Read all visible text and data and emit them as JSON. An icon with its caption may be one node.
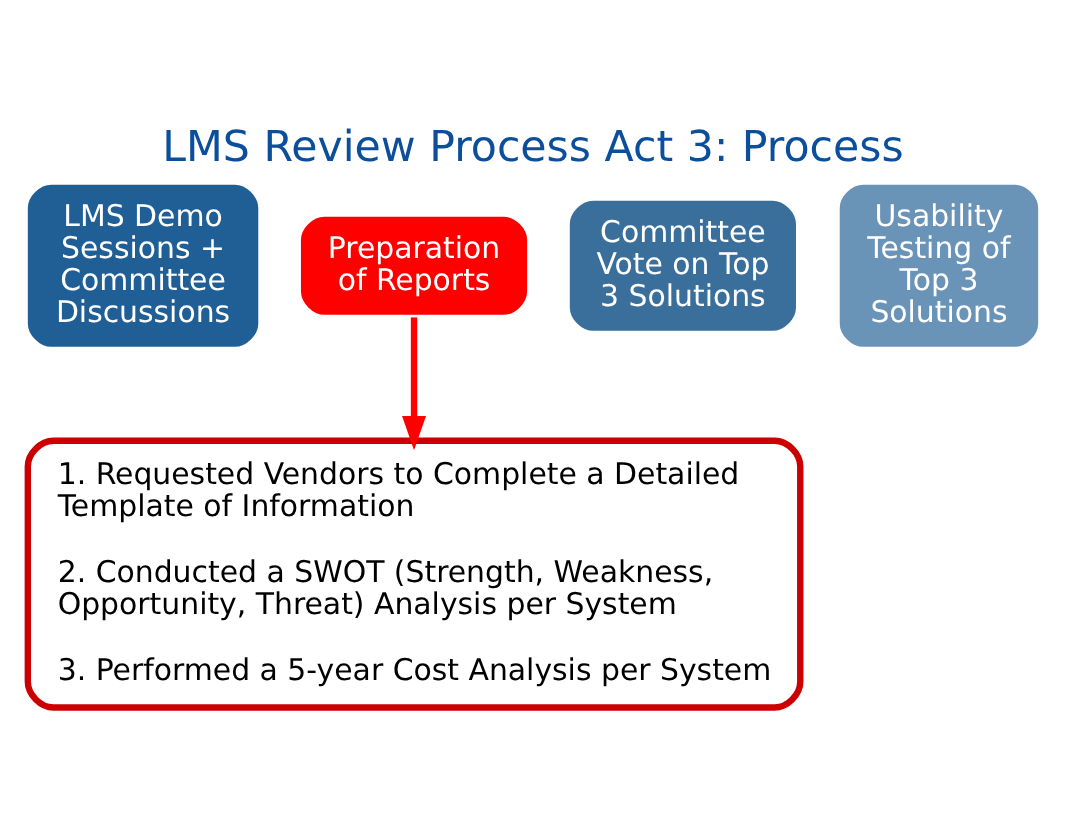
{
  "diagram": {
    "title": "LMS Review Process Act 3: Process",
    "nodes": [
      {
        "text": [
          "LMS Demo Sessions + Committee Discussions"
        ]
      },
      {
        "text": [
          "Preparation of Reports"
        ]
      },
      {
        "text": [
          "Committee Vote on Top 3 Solutions"
        ]
      },
      {
        "text": [
          "Usability Testing of Top 3 Solutions"
        ]
      },
      {
        "text": [
          "1. Requested Vendors to Complete a Detailed Template of Information",
          "2. Conducted a SWOT (Strength, Weakness, Opportunity, Threat) Analysis per System",
          "3. Performed a 5-year Cost Analysis per System"
        ]
      }
    ],
    "edges": [
      {
        "from": 1,
        "to": 4,
        "arrow": "to",
        "color": "#ff0000"
      }
    ]
  }
}
